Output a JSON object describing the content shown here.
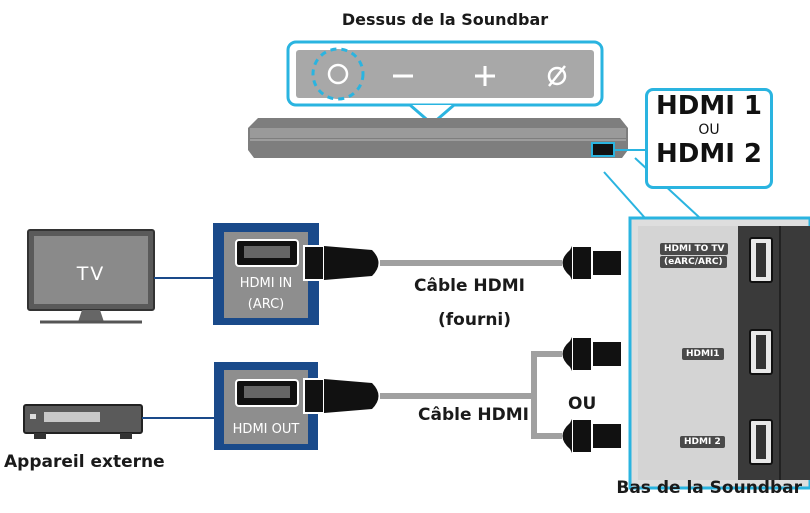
{
  "title_top": "Dessus de la Soundbar",
  "title_bottom": "Bas de la Soundbar",
  "soundbar_buttons": [
    "power-icon",
    "minus-icon",
    "plus-icon",
    "mute-icon"
  ],
  "hdmi_callout": {
    "line1": "HDMI 1",
    "line2": "OU",
    "line3": "HDMI 2"
  },
  "tv": {
    "label": "TV",
    "port_line1": "HDMI IN",
    "port_line2": "(ARC)"
  },
  "external_device": {
    "label": "Appareil externe",
    "port": "HDMI OUT"
  },
  "cable_1": {
    "line1": "Câble HDMI",
    "line2": "(fourni)"
  },
  "cable_2": {
    "line1": "Câble HDMI"
  },
  "or_label": "OU",
  "panel_ports": {
    "p1_line1": "HDMI TO TV",
    "p1_line2": "(eARC/ARC)",
    "p2": "HDMI1",
    "p3": "HDMI 2"
  },
  "colors": {
    "accent": "#2ab4e0",
    "tv_box": "#1a4a8a",
    "cable": "#a0a0a0",
    "panel": "#d8d8d8"
  }
}
